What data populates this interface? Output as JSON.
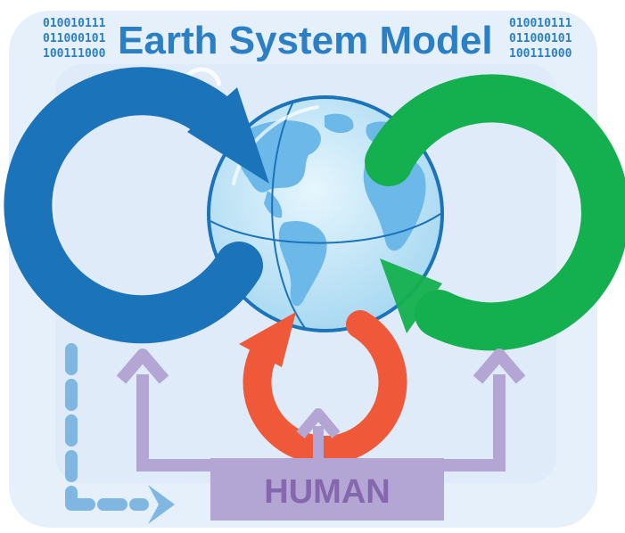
{
  "title": "Earth System Model",
  "binary": {
    "left": [
      "010010111",
      "011000101",
      "100111000"
    ],
    "right": [
      "010010111",
      "011000101",
      "100111000"
    ]
  },
  "human_label": "HUMAN",
  "colors": {
    "background_panel": "#e6f0fa",
    "title": "#2a7fc5",
    "blue_cycle": "#1b73b9",
    "green_cycle": "#14b04f",
    "red_cycle": "#f0583a",
    "human": "#b3a6d4",
    "human_text": "#8468ad",
    "dashed_arrow": "#7fb7e2",
    "globe_ocean": "#bfe3f6",
    "globe_land": "#6cb8e8",
    "globe_outline": "#1b73b9"
  },
  "icons": [
    "blue-cycle-arrow",
    "green-cycle-arrow",
    "red-cycle-arrow",
    "globe-icon",
    "human-feedback-arrows",
    "dashed-flow-arrow"
  ]
}
